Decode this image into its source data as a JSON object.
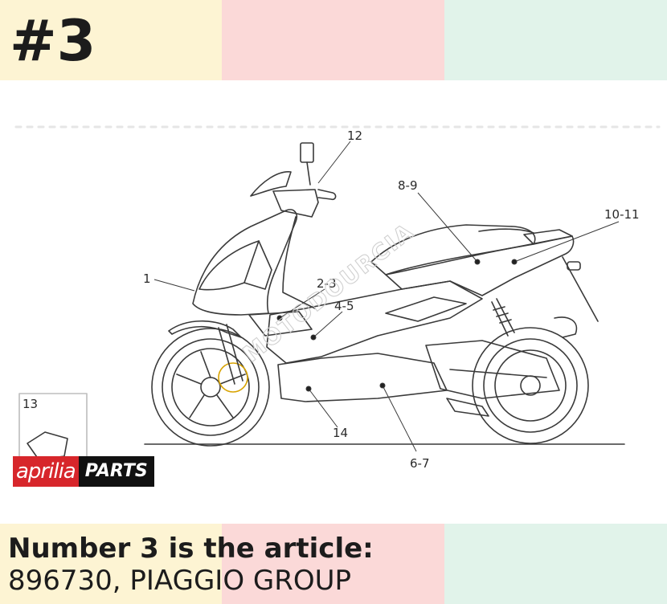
{
  "heading": "#3",
  "caption": {
    "line1": "Number 3 is the article:",
    "line2": "896730, PIAGGIO GROUP"
  },
  "logo": {
    "brand": "aprilia",
    "parts": "PARTS"
  },
  "watermark": "MOTODOURCIA",
  "callouts": [
    {
      "id": "callout-12",
      "label": "12"
    },
    {
      "id": "callout-8-9",
      "label": "8-9"
    },
    {
      "id": "callout-10-11",
      "label": "10-11"
    },
    {
      "id": "callout-1",
      "label": "1"
    },
    {
      "id": "callout-2-3",
      "label": "2-3"
    },
    {
      "id": "callout-4-5",
      "label": "4-5"
    },
    {
      "id": "callout-13",
      "label": "13"
    },
    {
      "id": "callout-14",
      "label": "14"
    },
    {
      "id": "callout-6-7",
      "label": "6-7"
    }
  ],
  "colors": {
    "band_yellow": "#fdf4d3",
    "band_pink": "#fbd9d8",
    "band_green": "#e1f3ea",
    "logo_red": "#d7262b",
    "logo_black": "#111111",
    "line_art": "#3a3a3a"
  }
}
